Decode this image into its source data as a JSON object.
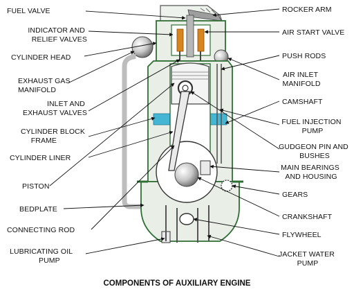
{
  "title": "COMPONENTS OF AUXILIARY ENGINE",
  "labels_left": [
    {
      "id": "fuel-valve",
      "lines": [
        "FUEL VALVE"
      ]
    },
    {
      "id": "indicator-relief-valves",
      "lines": [
        "INDICATOR AND",
        "RELIEF VALVES"
      ]
    },
    {
      "id": "cylinder-head",
      "lines": [
        "CYLINDER HEAD"
      ]
    },
    {
      "id": "exhaust-gas-manifold",
      "lines": [
        "EXHAUST GAS",
        "MANIFOLD"
      ]
    },
    {
      "id": "inlet-exhaust-valves",
      "lines": [
        "INLET AND",
        "EXHAUST VALVES"
      ]
    },
    {
      "id": "cylinder-block-frame",
      "lines": [
        "CYLINDER BLOCK",
        "FRAME"
      ]
    },
    {
      "id": "cylinder-liner",
      "lines": [
        "CYLINDER LINER"
      ]
    },
    {
      "id": "piston",
      "lines": [
        "PISTON"
      ]
    },
    {
      "id": "bedplate",
      "lines": [
        "BEDPLATE"
      ]
    },
    {
      "id": "connecting-rod",
      "lines": [
        "CONNECTING ROD"
      ]
    },
    {
      "id": "lubricating-oil-pump",
      "lines": [
        "LUBRICATING OIL",
        "PUMP"
      ]
    }
  ],
  "labels_right": [
    {
      "id": "rocker-arm",
      "lines": [
        "ROCKER ARM"
      ]
    },
    {
      "id": "air-start-valve",
      "lines": [
        "AIR START VALVE"
      ]
    },
    {
      "id": "push-rods",
      "lines": [
        "PUSH RODS"
      ]
    },
    {
      "id": "air-inlet-manifold",
      "lines": [
        "AIR INLET",
        "MANIFOLD"
      ]
    },
    {
      "id": "camshaft",
      "lines": [
        "CAMSHAFT"
      ]
    },
    {
      "id": "fuel-injection-pump",
      "lines": [
        "FUEL INJECTION",
        "PUMP"
      ]
    },
    {
      "id": "gudgeon-pin-bushes",
      "lines": [
        "GUDGEON PIN AND",
        "BUSHES"
      ]
    },
    {
      "id": "main-bearings-housing",
      "lines": [
        "MAIN BEARINGS",
        "AND HOUSING"
      ]
    },
    {
      "id": "gears",
      "lines": [
        "GEARS"
      ]
    },
    {
      "id": "crankshaft",
      "lines": [
        "CRANKSHAFT"
      ]
    },
    {
      "id": "flywheel",
      "lines": [
        "FLYWHEEL"
      ]
    },
    {
      "id": "jacket-water-pump",
      "lines": [
        "JACKET WATER",
        "PUMP"
      ]
    }
  ],
  "colors": {
    "body_fill": "#ffffff",
    "body_outline": "#2f6e35",
    "casting_tint": "#e9efe7",
    "water_jacket": "#44b6d4",
    "valve_springs": "#d7851e",
    "metal_grey": "#bdbdbd",
    "leader_lines": "#111111"
  }
}
